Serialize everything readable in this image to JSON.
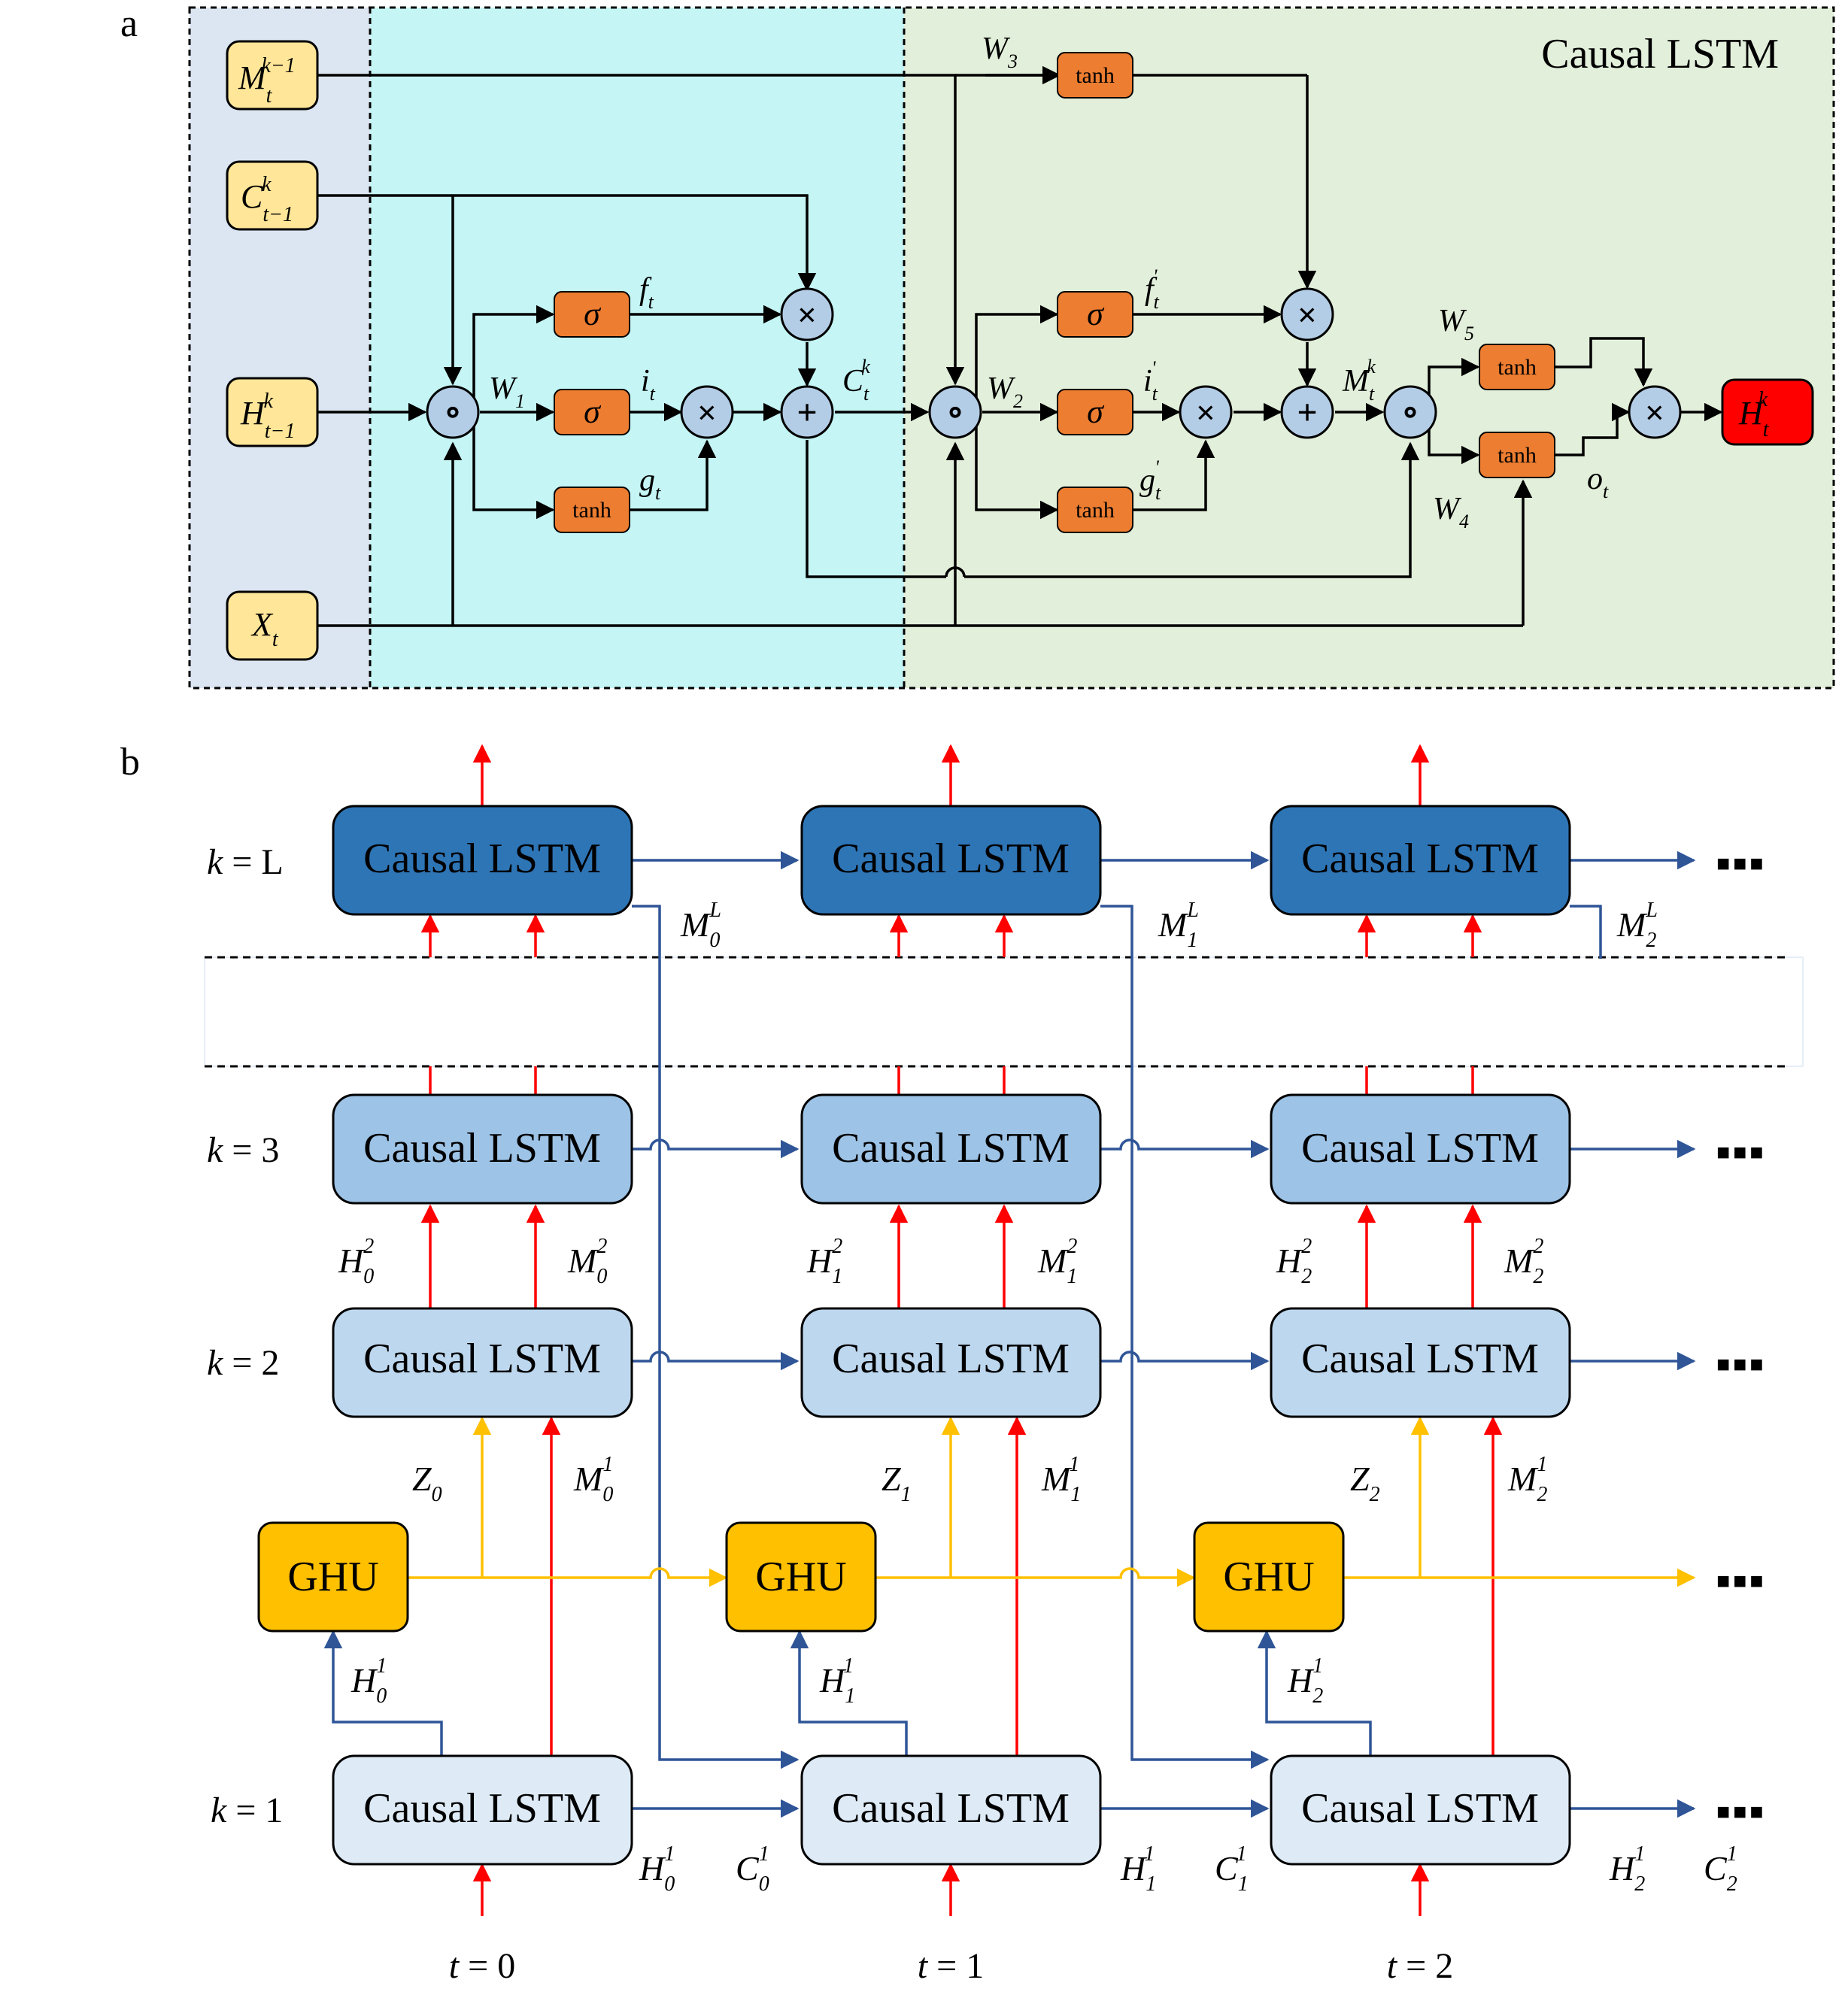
{
  "panel_a": {
    "panel_letter": "a",
    "title": "Causal LSTM",
    "inputs": {
      "m": {
        "base": "M",
        "sub": "t",
        "sup": "k−1"
      },
      "c": {
        "base": "C",
        "sub": "t−1",
        "sup": "k"
      },
      "h": {
        "base": "H",
        "sub": "t−1",
        "sup": "k"
      },
      "x": {
        "base": "X",
        "sub": "t"
      }
    },
    "output": {
      "base": "H",
      "sub": "t",
      "sup": "k"
    },
    "gates": {
      "sigma": "σ",
      "tanh": "tanh"
    },
    "ops": {
      "concat": "∘",
      "mult": "×",
      "add": "+"
    },
    "labels": {
      "w1": {
        "base": "W",
        "sub": "1"
      },
      "w2": {
        "base": "W",
        "sub": "2"
      },
      "w3": {
        "base": "W",
        "sub": "3"
      },
      "w4": {
        "base": "W",
        "sub": "4"
      },
      "w5": {
        "base": "W",
        "sub": "5"
      },
      "ft": {
        "base": "f",
        "sub": "t"
      },
      "it": {
        "base": "i",
        "sub": "t"
      },
      "gt": {
        "base": "g",
        "sub": "t"
      },
      "ft2": {
        "base": "f",
        "sub": "t",
        "sup": "'"
      },
      "it2": {
        "base": "i",
        "sub": "t",
        "sup": "'"
      },
      "gt2": {
        "base": "g",
        "sub": "t",
        "sup": "'"
      },
      "ct": {
        "base": "C",
        "sub": "t",
        "sup": "k"
      },
      "mt": {
        "base": "M",
        "sub": "t",
        "sup": "k"
      },
      "ot": {
        "base": "o",
        "sub": "t"
      }
    },
    "colors": {
      "left_bg": "#dce6f2",
      "mid_bg": "#c5f5f5",
      "right_bg": "#e2efda",
      "input_box": "#ffe699",
      "gate_box": "#ed7d31",
      "op_circle": "#b4cde6",
      "output_box": "#ff0000"
    }
  },
  "panel_b": {
    "panel_letter": "b",
    "cell_label": "Causal LSTM",
    "ghu_label": "GHU",
    "ellipsis": "■■■",
    "layers": {
      "kL": {
        "k": "k",
        "eq": " = L"
      },
      "k3": {
        "k": "k",
        "eq": " = 3"
      },
      "k2": {
        "k": "k",
        "eq": " = 2"
      },
      "k1": {
        "k": "k",
        "eq": " = 1"
      }
    },
    "times": [
      {
        "t": "t",
        "eq": " = 0"
      },
      {
        "t": "t",
        "eq": " = 1"
      },
      {
        "t": "t",
        "eq": " = 2"
      }
    ],
    "labels": {
      "mL": [
        {
          "base": "M",
          "sub": "0",
          "sup": "L"
        },
        {
          "base": "M",
          "sub": "1",
          "sup": "L"
        },
        {
          "base": "M",
          "sub": "2",
          "sup": "L"
        }
      ],
      "h2": [
        {
          "base": "H",
          "sub": "0",
          "sup": "2"
        },
        {
          "base": "H",
          "sub": "1",
          "sup": "2"
        },
        {
          "base": "H",
          "sub": "2",
          "sup": "2"
        }
      ],
      "m2": [
        {
          "base": "M",
          "sub": "0",
          "sup": "2"
        },
        {
          "base": "M",
          "sub": "1",
          "sup": "2"
        },
        {
          "base": "M",
          "sub": "2",
          "sup": "2"
        }
      ],
      "z": [
        {
          "base": "Z",
          "sub": "0"
        },
        {
          "base": "Z",
          "sub": "1"
        },
        {
          "base": "Z",
          "sub": "2"
        }
      ],
      "m1": [
        {
          "base": "M",
          "sub": "0",
          "sup": "1"
        },
        {
          "base": "M",
          "sub": "1",
          "sup": "1"
        },
        {
          "base": "M",
          "sub": "2",
          "sup": "1"
        }
      ],
      "h1ghu": [
        {
          "base": "H",
          "sub": "0",
          "sup": "1"
        },
        {
          "base": "H",
          "sub": "1",
          "sup": "1"
        },
        {
          "base": "H",
          "sub": "2",
          "sup": "1"
        }
      ],
      "h1out": [
        {
          "base": "H",
          "sub": "0",
          "sup": "1"
        },
        {
          "base": "H",
          "sub": "1",
          "sup": "1"
        },
        {
          "base": "H",
          "sub": "2",
          "sup": "1"
        }
      ],
      "c1out": [
        {
          "base": "C",
          "sub": "0",
          "sup": "1"
        },
        {
          "base": "C",
          "sub": "1",
          "sup": "1"
        },
        {
          "base": "C",
          "sub": "2",
          "sup": "1"
        }
      ]
    },
    "colors": {
      "kL_box": "#2e75b6",
      "k3_box": "#9dc3e6",
      "k2_box": "#bdd7ee",
      "k1_box": "#deebf7",
      "ghu_box": "#ffc000",
      "blue_line": "#2f5597",
      "red_line": "#ff0000",
      "yellow_line": "#ffc000"
    }
  }
}
